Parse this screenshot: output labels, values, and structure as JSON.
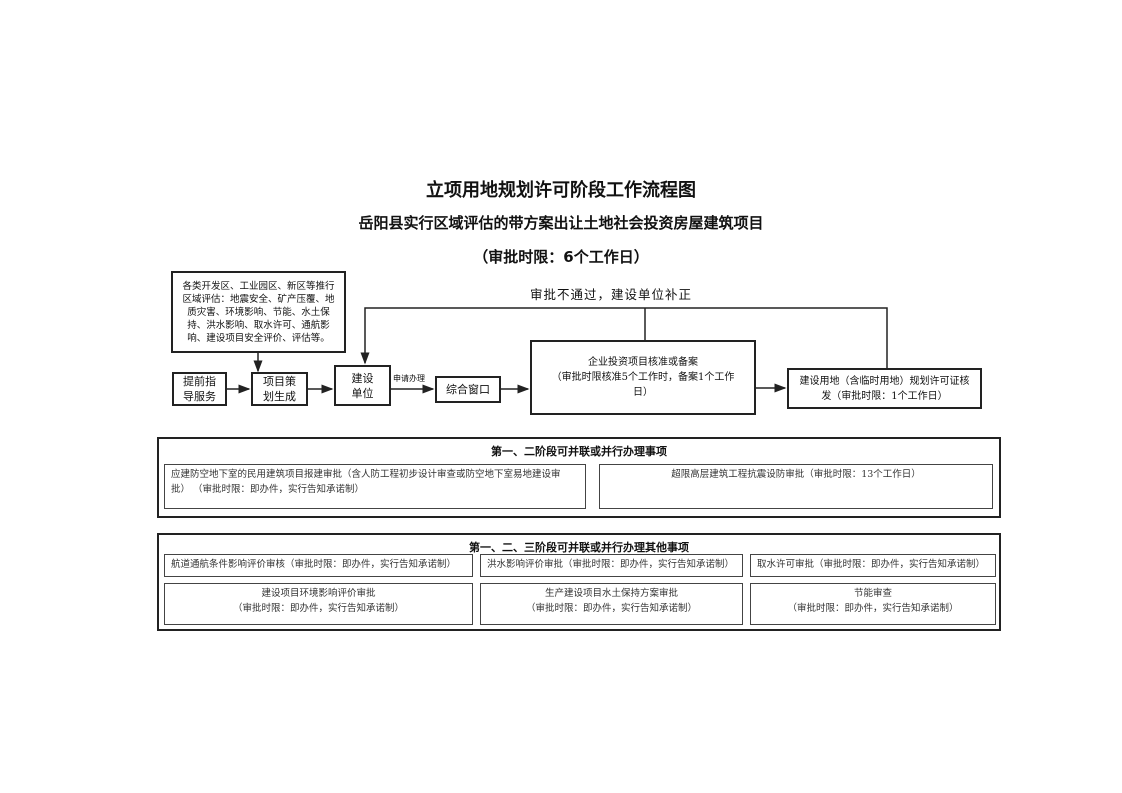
{
  "title": "立项用地规划许可阶段工作流程图",
  "subtitle": "岳阳县实行区域评估的带方案出让土地社会投资房屋建筑项目",
  "time_limit": "（审批时限：6个工作日）",
  "regional_assessment": "各类开发区、工业园区、新区等推行区域评估：地震安全、矿产压覆、地质灾害、环境影响、节能、水土保持、洪水影响、取水许可、通航影响、建设项目安全评价、评估等。",
  "loop_label": "审批不通过，建设单位补正",
  "steps": {
    "guidance": "提前指导服务",
    "planning": "项目策划生成",
    "builder": "建设单位",
    "apply_label": "申请办理",
    "window": "综合窗口",
    "approval_line1": "企业投资项目核准或备案",
    "approval_line2": "（审批时限核准5个工作时，备案1个工作日）",
    "permit": "建设用地（含临时用地）规划许可证核发（审批时限：1个工作日）"
  },
  "section1": {
    "header": "第一、二阶段可并联或并行办理事项",
    "items": [
      "应建防空地下室的民用建筑项目报建审批（含人防工程初步设计审查或防空地下室易地建设审批）  （审批时限：即办件，实行告知承诺制）",
      "超限高层建筑工程抗震设防审批（审批时限：13个工作日）"
    ]
  },
  "section2": {
    "header": "第一、二、三阶段可并联或并行办理其他事项",
    "row1": [
      "航道通航条件影响评价审核（审批时限：即办件，实行告知承诺制）",
      "洪水影响评价审批（审批时限：即办件，实行告知承诺制）",
      "取水许可审批（审批时限：即办件，实行告知承诺制）"
    ],
    "row2": [
      {
        "name": "建设项目环境影响评价审批",
        "limit": "（审批时限：即办件，实行告知承诺制）"
      },
      {
        "name": "生产建设项目水土保持方案审批",
        "limit": "（审批时限：即办件，实行告知承诺制）"
      },
      {
        "name": "节能审查",
        "limit": "（审批时限：即办件，实行告知承诺制）"
      }
    ]
  }
}
